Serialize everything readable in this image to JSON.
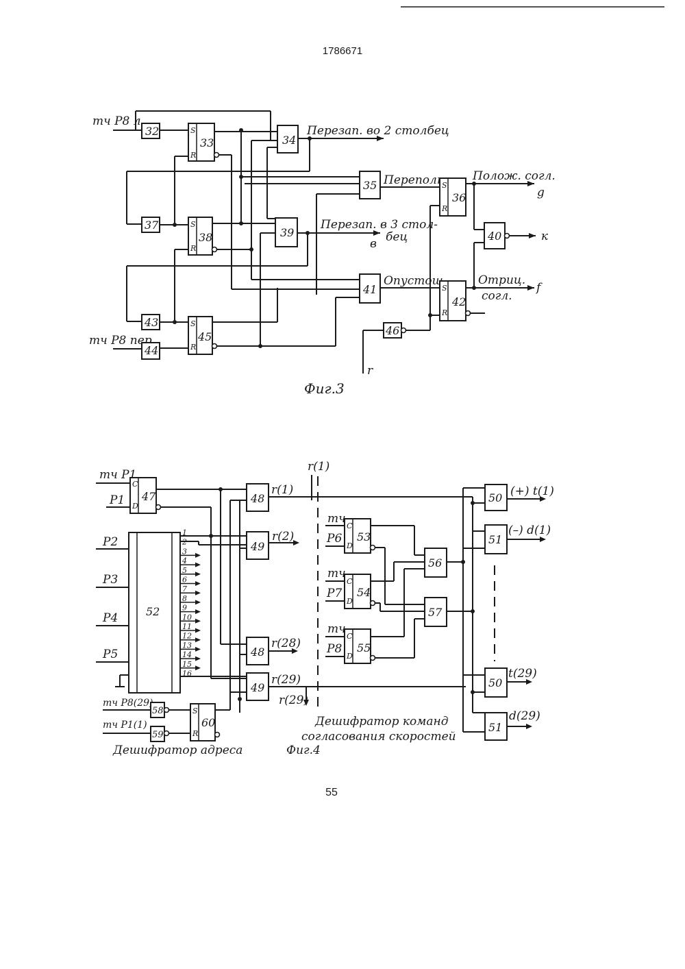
{
  "page": {
    "patent_number": "1786671",
    "page_number": "55"
  },
  "fig3": {
    "caption": "Фиг.3",
    "inputs": {
      "top": "тч Р8 л.",
      "bottom": "тч Р8 пер."
    },
    "outputs": {
      "rezap2": "Перезап. во 2 столбец",
      "perepoln": "Переполн.",
      "rezap3_line1": "Перезап. в 3 стол-",
      "rezap3_line2": "бец",
      "rezap3_sym": "в",
      "opustosh": "Опустош.",
      "polozh": "Полож. согл.",
      "polozh_sym": "g",
      "otric_line1": "Отриц.",
      "otric_line2": "согл.",
      "otric_sym": "f",
      "k_sym": "к",
      "r_sym": "r"
    },
    "blocks": {
      "b32": "32",
      "b33": "33",
      "b34": "34",
      "b35": "35",
      "b36": "36",
      "b37": "37",
      "b38": "38",
      "b39": "39",
      "b40": "40",
      "b41": "41",
      "b42": "42",
      "b43": "43",
      "b44": "44",
      "b45": "45",
      "b46": "46"
    },
    "pins": {
      "s": "S",
      "r": "R"
    }
  },
  "fig4": {
    "caption": "Фиг.4",
    "address_decoder_label": "Дешифратор адреса",
    "command_decoder_line1": "Дешифратор команд",
    "command_decoder_line2": "согласования скоростей",
    "inputs": {
      "tch_p1": "тч Р1",
      "p1": "Р1",
      "p2": "Р2",
      "p3": "Р3",
      "p4": "Р4",
      "p5": "Р5",
      "tch_p8_29": "тч Р8(29)",
      "tch_p1_1": "тч Р1(1)",
      "tch_53": "тч",
      "p6": "Р6",
      "tch_54": "тч",
      "p7": "Р7",
      "tch_55": "тч",
      "p8": "Р8"
    },
    "signals": {
      "r1_top": "r(1)",
      "r1": "r(1)",
      "r2": "r(2)",
      "r28": "r(28)",
      "r29": "r(29)",
      "r29_bottom": "r(29)",
      "t1": "(+)  t(1)",
      "d1": "(–) d(1)",
      "t29": "t(29)",
      "d29": "d(29)"
    },
    "blocks": {
      "b47": "47",
      "b48a": "48",
      "b49a": "49",
      "b48b": "48",
      "b49b": "49",
      "b50a": "50",
      "b51a": "51",
      "b50b": "50",
      "b51b": "51",
      "b52": "52",
      "b53": "53",
      "b54": "54",
      "b55": "55",
      "b56": "56",
      "b57": "57",
      "b58": "58",
      "b59": "59",
      "b60": "60"
    },
    "pins": {
      "c": "C",
      "d": "D",
      "s": "S",
      "r": "R"
    },
    "decoder_outputs": [
      "1",
      "2",
      "3",
      "4",
      "5",
      "6",
      "7",
      "8",
      "9",
      "10",
      "11",
      "12",
      "13",
      "14",
      "15",
      "16"
    ]
  }
}
